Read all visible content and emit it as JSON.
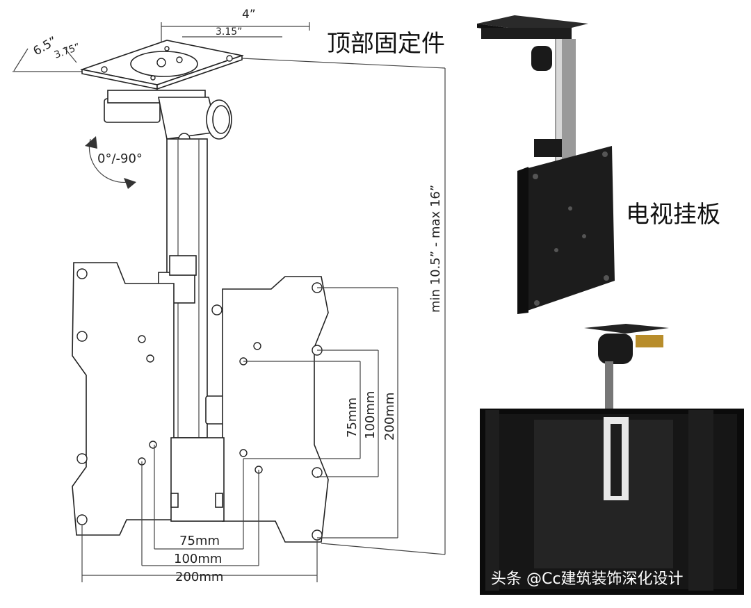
{
  "labels": {
    "dim_width_outer": "4”",
    "dim_width_inner": "3.15”",
    "dim_depth_outer": "6.5”",
    "dim_depth_inner": "3.75”",
    "rotation": "0°/-90°",
    "height_range": "min 10.5” - max 16”",
    "vesa_v_75": "75mm",
    "vesa_v_100": "100mm",
    "vesa_v_200": "200mm",
    "vesa_h_75": "75mm",
    "vesa_h_100": "100mm",
    "vesa_h_200": "200mm",
    "top_mount": "顶部固定件",
    "tv_plate": "电视挂板",
    "watermark": "头条 @Cc建筑装饰深化设计"
  }
}
